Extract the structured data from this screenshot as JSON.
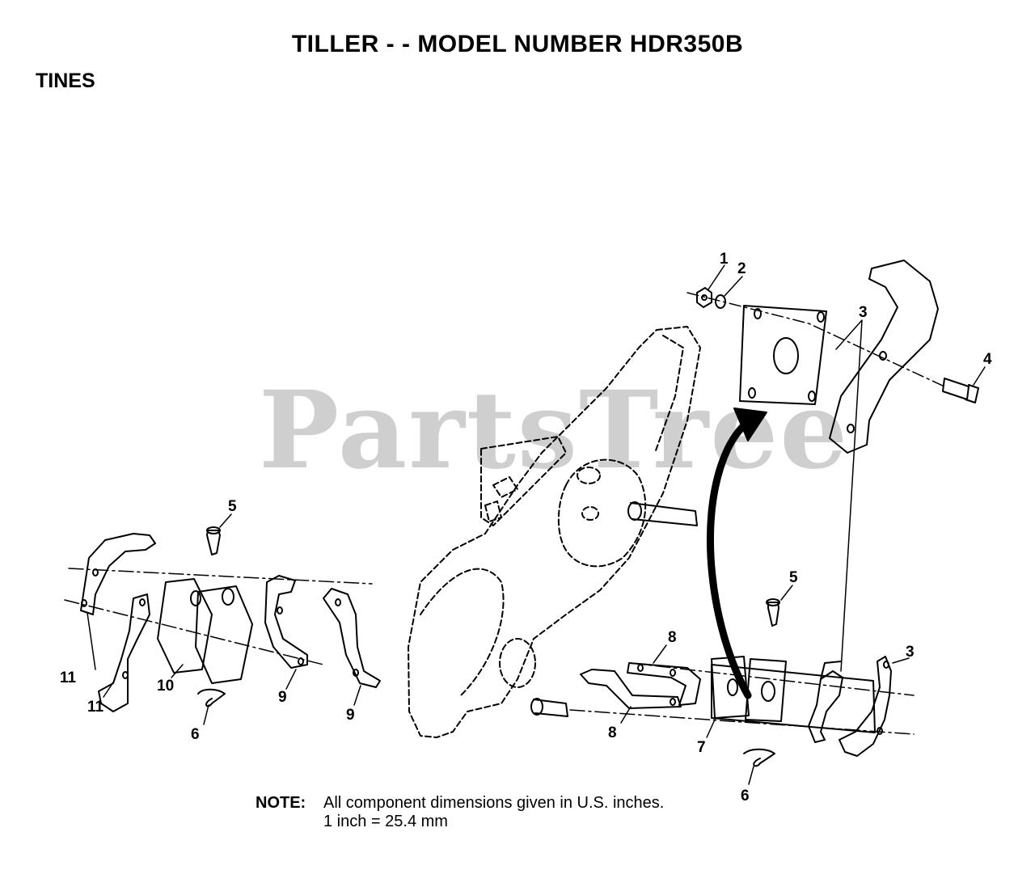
{
  "title": "TILLER - - MODEL NUMBER HDR350B",
  "section": "TINES",
  "watermark": "PartsTree",
  "note": {
    "label": "NOTE:",
    "line1": "All component dimensions given in U.S. inches.",
    "line2": "1 inch = 25.4 mm"
  },
  "callouts": {
    "c1": "1",
    "c2": "2",
    "c3a": "3",
    "c3b": "3",
    "c4": "4",
    "c5a": "5",
    "c5b": "5",
    "c6a": "6",
    "c6b": "6",
    "c7": "7",
    "c8a": "8",
    "c8b": "8",
    "c9a": "9",
    "c9b": "9",
    "c10": "10",
    "c11a": "11",
    "c11b": "11"
  }
}
